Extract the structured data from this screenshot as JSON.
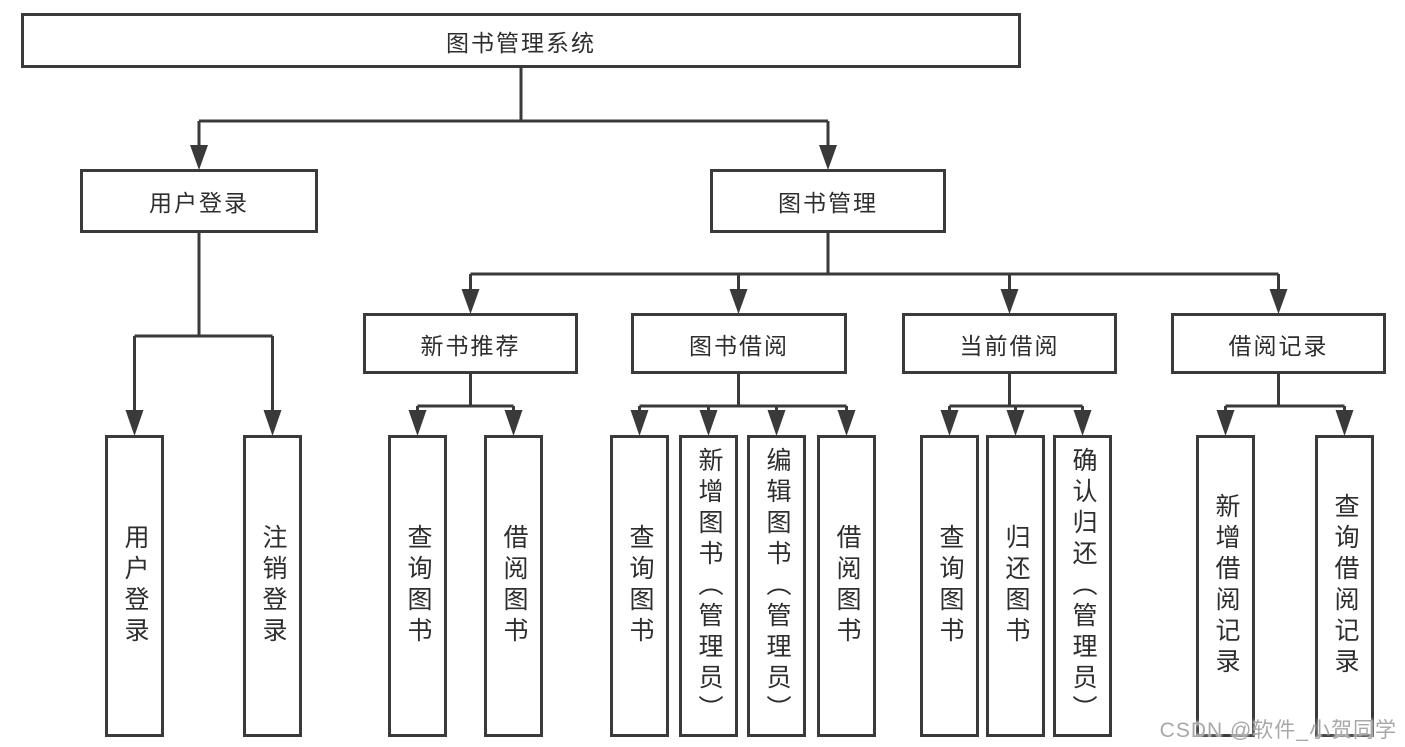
{
  "tree": {
    "root": {
      "label": "图书管理系统"
    },
    "branches": [
      {
        "label": "用户登录",
        "leaves": [
          "用户登录",
          "注销登录"
        ]
      },
      {
        "label": "图书管理",
        "sections": [
          {
            "label": "新书推荐",
            "leaves": [
              "查询图书",
              "借阅图书"
            ]
          },
          {
            "label": "图书借阅",
            "leaves": [
              "查询图书",
              "新增图书（管理员）",
              "编辑图书（管理员）",
              "借阅图书"
            ]
          },
          {
            "label": "当前借阅",
            "leaves": [
              "查询图书",
              "归还图书",
              "确认归还（管理员）"
            ]
          },
          {
            "label": "借阅记录",
            "leaves": [
              "新增借阅记录",
              "查询借阅记录"
            ]
          }
        ]
      }
    ]
  },
  "watermark": {
    "text": "CSDN @软件_小贺同学"
  },
  "colors": {
    "line": "#3a3a3a",
    "text": "#2e2e2e",
    "watermark": "#a8a8a8"
  }
}
